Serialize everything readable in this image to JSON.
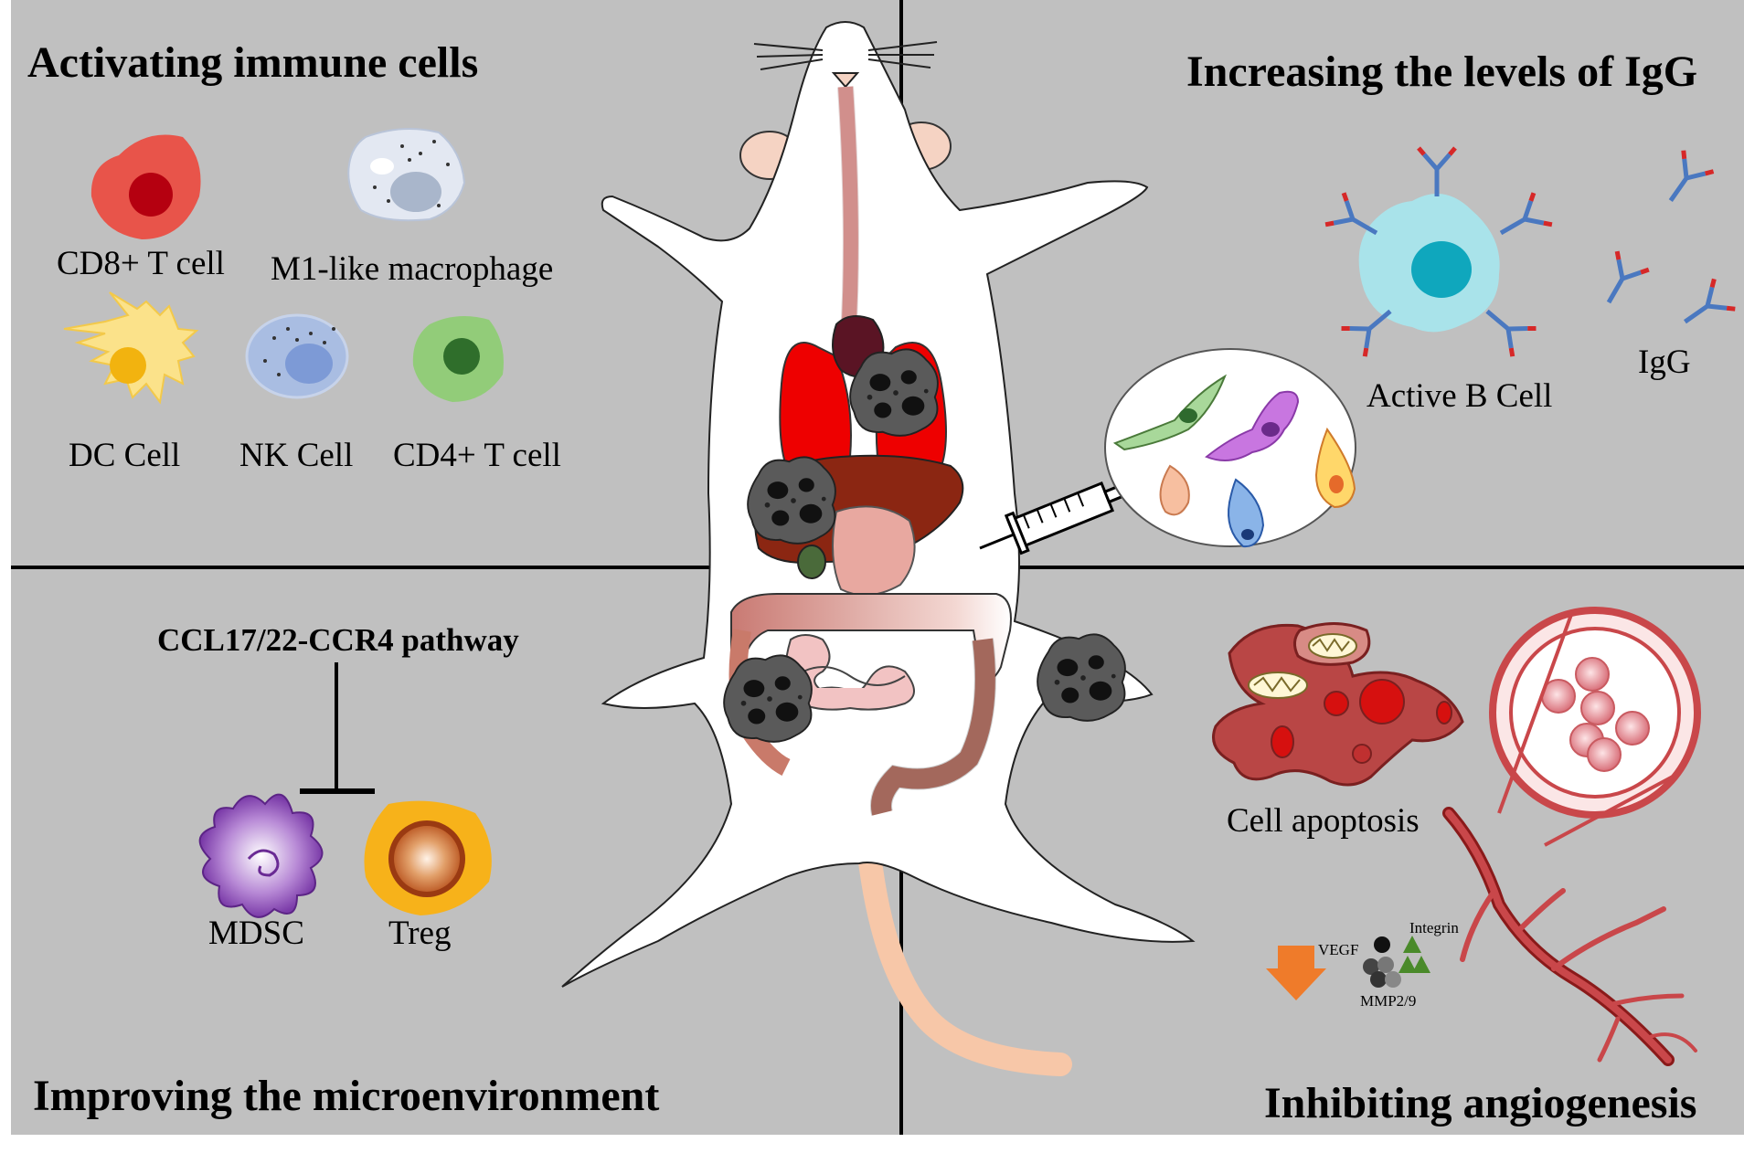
{
  "panels": {
    "top_left": {
      "title": "Activating immune cells",
      "cells": {
        "cd8": "CD8+ T cell",
        "m1": "M1-like macrophage",
        "dc": "DC Cell",
        "nk": "NK Cell",
        "cd4": "CD4+ T cell"
      }
    },
    "top_right": {
      "title": "Increasing the levels of IgG",
      "b_cell": "Active B Cell",
      "igg": "IgG"
    },
    "bottom_left": {
      "title": "Improving the microenvironment",
      "pathway": "CCL17/22-CCR4 pathway",
      "mdsc": "MDSC",
      "treg": "Treg"
    },
    "bottom_right": {
      "title": "Inhibiting angiogenesis",
      "apoptosis": "Cell apoptosis",
      "vegf": "VEGF",
      "integrin": "Integrin",
      "mmp": "MMP2/9"
    }
  },
  "colors": {
    "panel_bg": "#c0c0c0",
    "divider": "#000000",
    "cd8": "#e8544a",
    "macrophage": "#e3e8f2",
    "dc": "#fbe28a",
    "nk": "#a9bde2",
    "cd4": "#92cc79",
    "b_cell": "#a9e3ea",
    "antibody": "#4a78c0",
    "mdsc": "#7a3aa8",
    "treg": "#f7b21a",
    "apoptotic_cell": "#b94645",
    "vessel": "#c9474a",
    "down_arrow": "#ef7b2a",
    "mouse_body": "#ffffff",
    "tumor": "#555555"
  }
}
